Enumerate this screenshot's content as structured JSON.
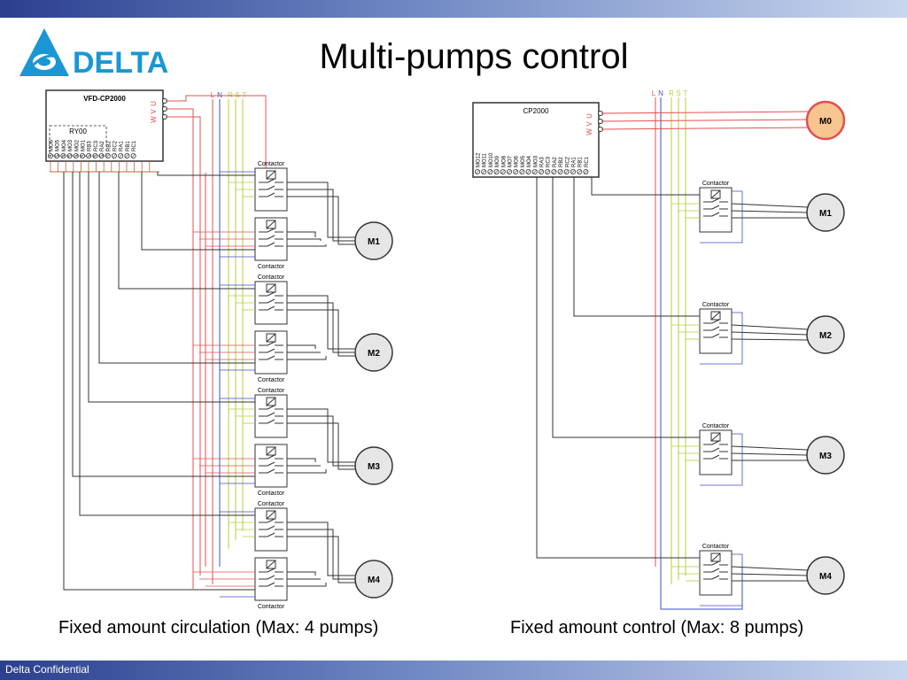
{
  "header": {
    "title": "Multi-pumps control",
    "logo_text": "DELTA"
  },
  "footer": {
    "text": "Delta Confidential"
  },
  "captions": {
    "left": "Fixed amount circulation (Max: 4 pumps)",
    "right": "Fixed amount control (Max: 8 pumps)"
  },
  "colors": {
    "brand_blue": "#1a96d4",
    "bar_dark": "#2b3f8f",
    "wire_red": "#e05050",
    "wire_blue": "#3b4fc8",
    "wire_green": "#b8cc3a",
    "wire_brown": "#b86a3a",
    "wire_black": "#333333",
    "motor_fill": "#e6e6e6",
    "motor_highlight_fill": "#f7c58f",
    "motor_highlight_ring": "#e05050"
  },
  "left_diagram": {
    "vfd_label": "VFD-CP2000",
    "relay_label": "RY00",
    "uvw": [
      "U",
      "V",
      "W"
    ],
    "lnrst": [
      "L",
      "N",
      "R",
      "S",
      "T"
    ],
    "terminals": [
      "MO6",
      "MO5",
      "MO4",
      "MO3",
      "MO2",
      "MO1",
      "RB3",
      "RC3",
      "RA2",
      "RB2",
      "RC2",
      "RA1",
      "RB1",
      "RC1"
    ],
    "contactor_label": "Contactor",
    "motors": [
      "M1",
      "M2",
      "M3",
      "M4"
    ]
  },
  "right_diagram": {
    "vfd_label": "CP2000",
    "uvw": [
      "U",
      "V",
      "W"
    ],
    "lnrst": [
      "L",
      "N",
      "R",
      "S",
      "T"
    ],
    "terminals": [
      "MO12",
      "MO11",
      "MO10",
      "MO9",
      "MO8",
      "MO7",
      "MO6",
      "MO5",
      "MO4",
      "MO3",
      "RA3",
      "RC3",
      "RA2",
      "RB2",
      "RC2",
      "RA1",
      "RB1",
      "RC1"
    ],
    "contactor_label": "Contactor",
    "main_motor": "M0",
    "motors": [
      "M1",
      "M2",
      "M3",
      "M4"
    ]
  }
}
